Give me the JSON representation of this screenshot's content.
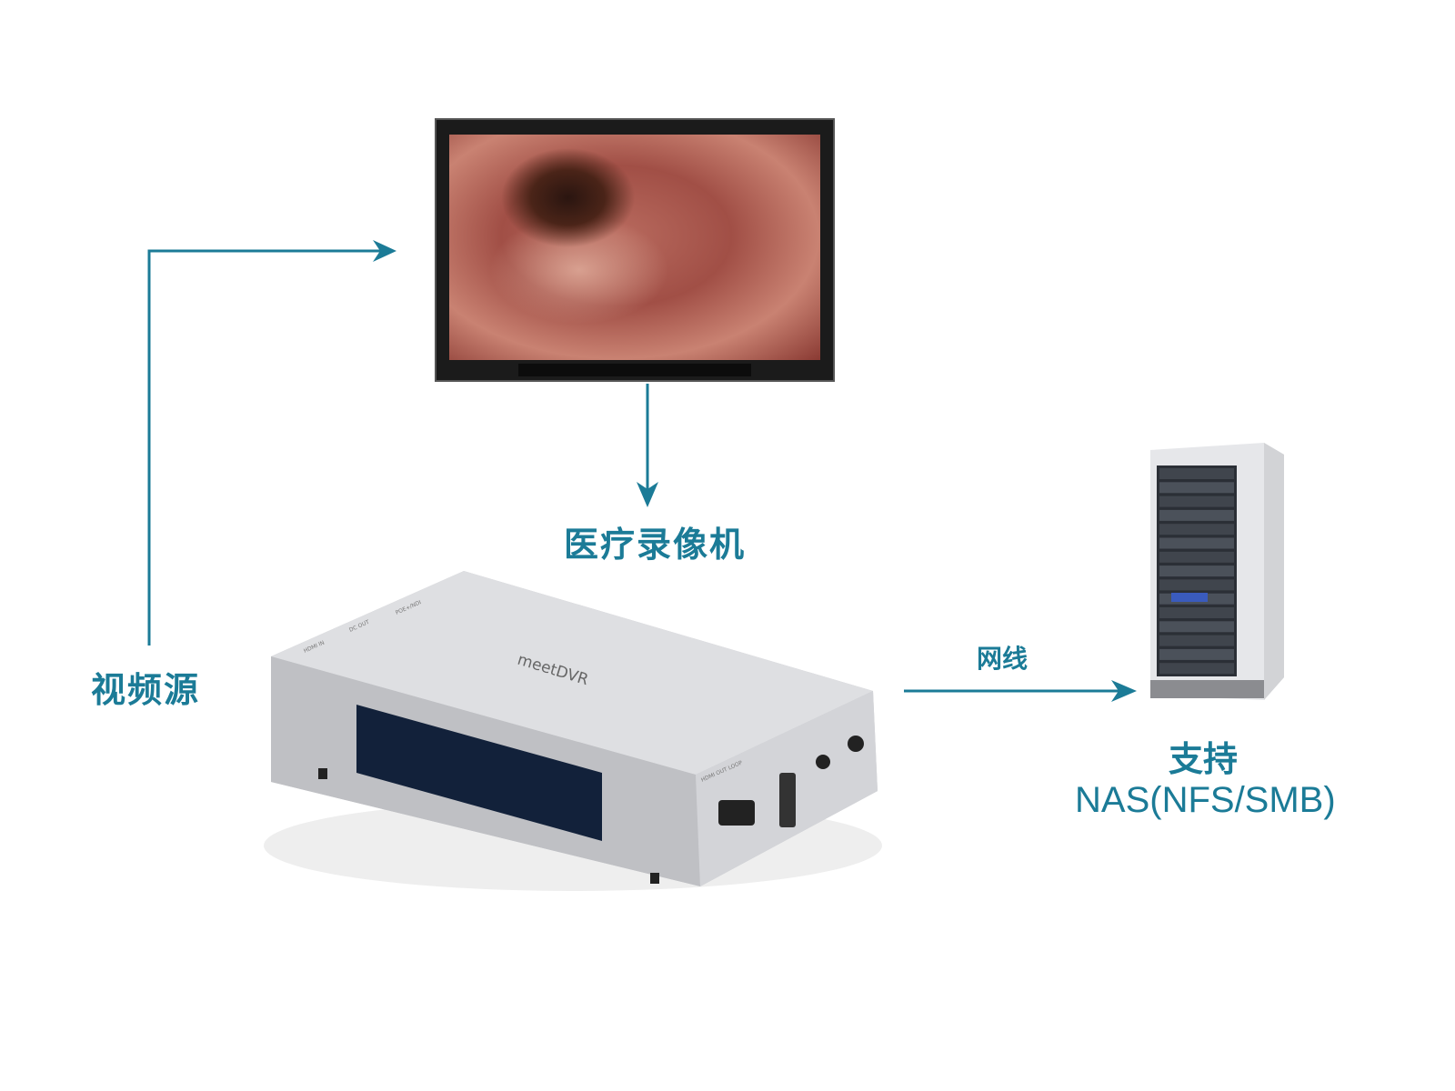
{
  "labels": {
    "recorder": "医疗录像机",
    "video_source": "视频源",
    "network_cable": "网线",
    "support": "支持",
    "nas": "NAS(NFS/SMB)"
  },
  "device": {
    "logo": "meetDVR",
    "ports": {
      "hdmi_in": "HDMI IN",
      "dc_out": "DC OUT",
      "poe": "POE+/NDI",
      "hdmi_out": "HDMI OUT LOOP"
    }
  },
  "colors": {
    "accent": "#1b7b97"
  }
}
